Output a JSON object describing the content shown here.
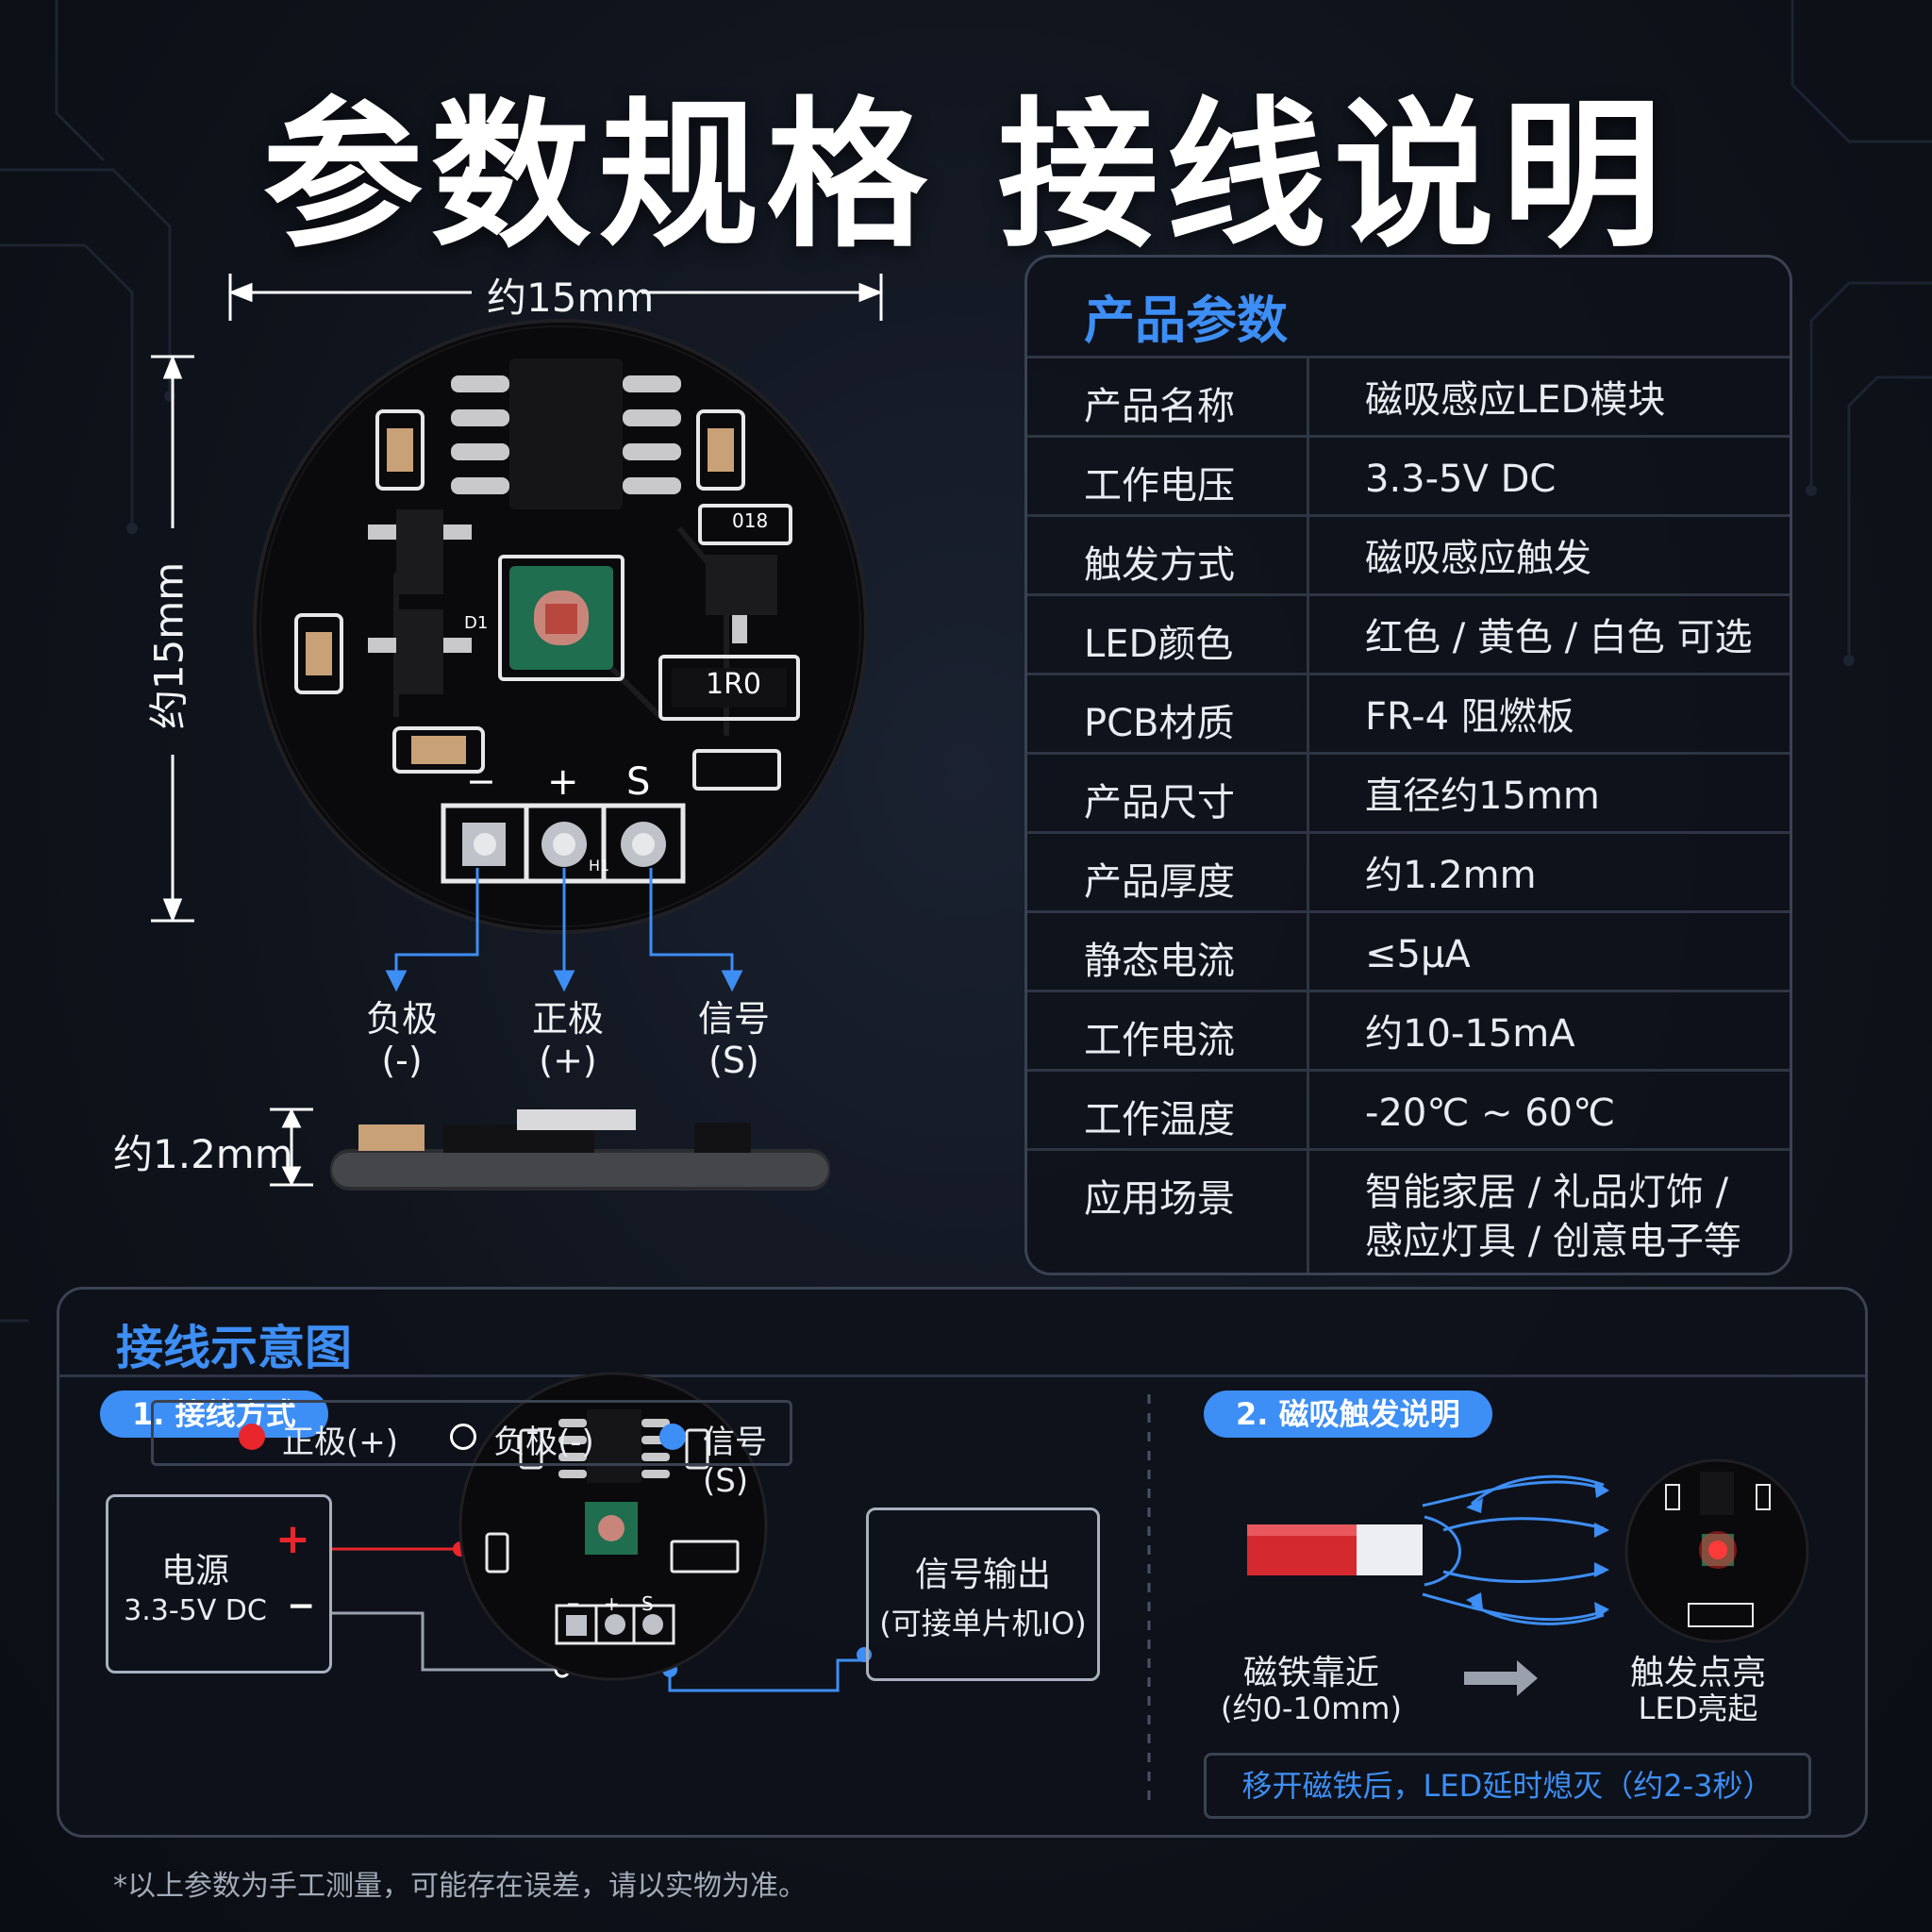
{
  "title": "参数规格 接线说明",
  "dimensions": {
    "width_label": "约15mm",
    "height_label": "约15mm",
    "thickness_label": "约1.2mm"
  },
  "board": {
    "pins_top": [
      "−",
      "+",
      "S"
    ],
    "silk_d1": "D1",
    "silk_1r0": "1R0",
    "silk_018": "018",
    "silk_h1": "H1"
  },
  "pins": [
    {
      "name": "负极",
      "symbol": "(-)"
    },
    {
      "name": "正极",
      "symbol": "(+)"
    },
    {
      "name": "信号",
      "symbol": "(S)"
    }
  ],
  "spec": {
    "heading": "产品参数",
    "rows": [
      {
        "key": "产品名称",
        "value": "磁吸感应LED模块"
      },
      {
        "key": "工作电压",
        "value": "3.3-5V DC"
      },
      {
        "key": "触发方式",
        "value": "磁吸感应触发"
      },
      {
        "key": "LED颜色",
        "value": "红色 / 黄色 / 白色 可选"
      },
      {
        "key": "PCB材质",
        "value": "FR-4 阻燃板"
      },
      {
        "key": "产品尺寸",
        "value": "直径约15mm"
      },
      {
        "key": "产品厚度",
        "value": "约1.2mm"
      },
      {
        "key": "静态电流",
        "value": "≤5μA"
      },
      {
        "key": "工作电流",
        "value": "约10-15mA"
      },
      {
        "key": "工作温度",
        "value": "-20℃ ~ 60℃"
      },
      {
        "key": "应用场景",
        "value": "智能家居 / 礼品灯饰 /",
        "value2": "感应灯具 / 创意电子等"
      }
    ]
  },
  "wiring": {
    "heading": "接线示意图",
    "step1": "1. 接线方式",
    "step2": "2. 磁吸触发说明",
    "power_title": "电源",
    "power_voltage": "3.3-5V DC",
    "power_plus": "+",
    "power_minus": "−",
    "signal_title": "信号输出",
    "signal_sub": "(可接单片机IO)",
    "legend": [
      {
        "label": "正极(+)",
        "color": "#e8262b"
      },
      {
        "label": "负极(-)",
        "color": "#ffffff"
      },
      {
        "label": "信号(S)",
        "color": "#3d8ef5"
      }
    ],
    "magnet_label": "磁铁靠近",
    "magnet_range": "(约0-10mm)",
    "trigger_label": "触发点亮",
    "trigger_sub": "LED亮起",
    "delay_note": "移开磁铁后，LED延时熄灭（约2-3秒）"
  },
  "footnote": "*以上参数为手工测量，可能存在误差，请以实物为准。",
  "colors": {
    "accent": "#3d8ef5",
    "positive": "#e8262b",
    "background": "#0f131b"
  }
}
